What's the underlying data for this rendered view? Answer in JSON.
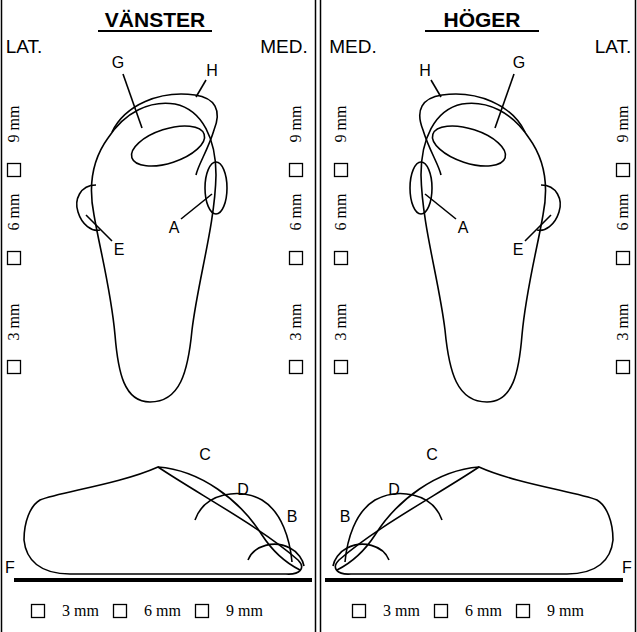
{
  "diagram": {
    "labels": [
      "VÄNSTER",
      "LAT.",
      "MED.",
      "G",
      "H",
      "E",
      "A",
      "9 mm",
      "6 mm",
      "3 mm",
      "9 mm",
      "6 mm",
      "3 mm",
      "C",
      "D",
      "B",
      "F",
      "3 mm",
      "6 mm",
      "9 mm",
      "HÖGER",
      "LAT.",
      "MED.",
      "G",
      "H",
      "E",
      "A",
      "9 mm",
      "6 mm",
      "3 mm",
      "9 mm",
      "6 mm",
      "3 mm",
      "C",
      "D",
      "B",
      "F",
      "3 mm",
      "6 mm",
      "9 mm"
    ]
  }
}
